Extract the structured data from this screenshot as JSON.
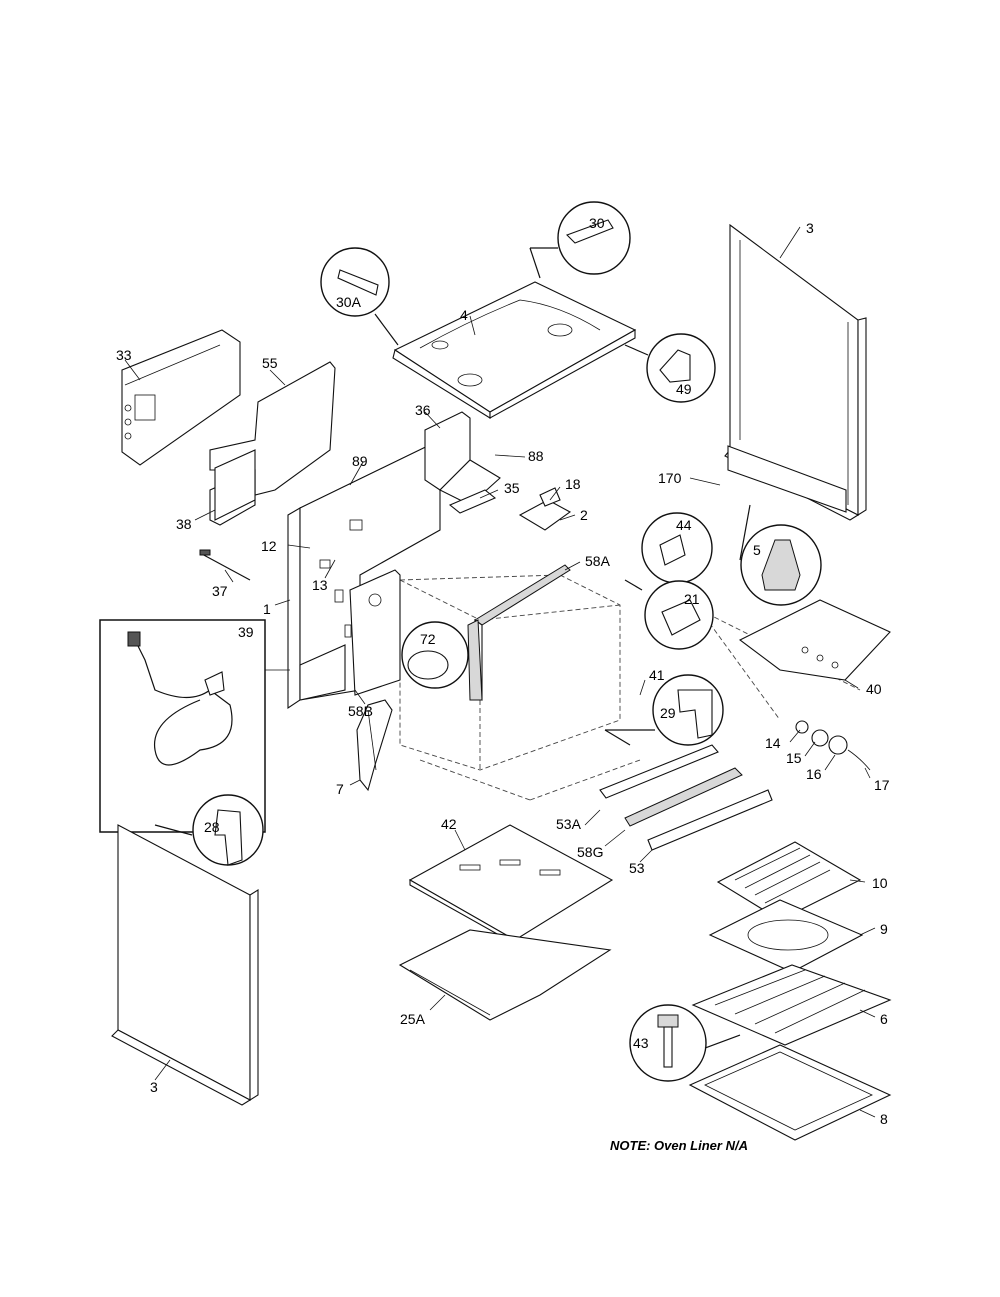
{
  "callouts": {
    "c3a": "3",
    "c30": "30",
    "c30a": "30A",
    "c4": "4",
    "c49": "49",
    "c33": "33",
    "c55": "55",
    "c36": "36",
    "c88": "88",
    "c89": "89",
    "c18": "18",
    "c35": "35",
    "c2": "2",
    "c170": "170",
    "c38": "38",
    "c44": "44",
    "c5": "5",
    "c12": "12",
    "c58a": "58A",
    "c13": "13",
    "c37": "37",
    "c21": "21",
    "c1": "1",
    "c39": "39",
    "c72": "72",
    "c40": "40",
    "c41": "41",
    "c58b": "58B",
    "c29": "29",
    "c14": "14",
    "c15": "15",
    "c16": "16",
    "c17": "17",
    "c7": "7",
    "c53a": "53A",
    "c28": "28",
    "c42": "42",
    "c58g": "58G",
    "c53": "53",
    "c10": "10",
    "c9": "9",
    "c25a": "25A",
    "c6": "6",
    "c43": "43",
    "c3b": "3",
    "c8": "8"
  },
  "note": "NOTE: Oven Liner N/A"
}
